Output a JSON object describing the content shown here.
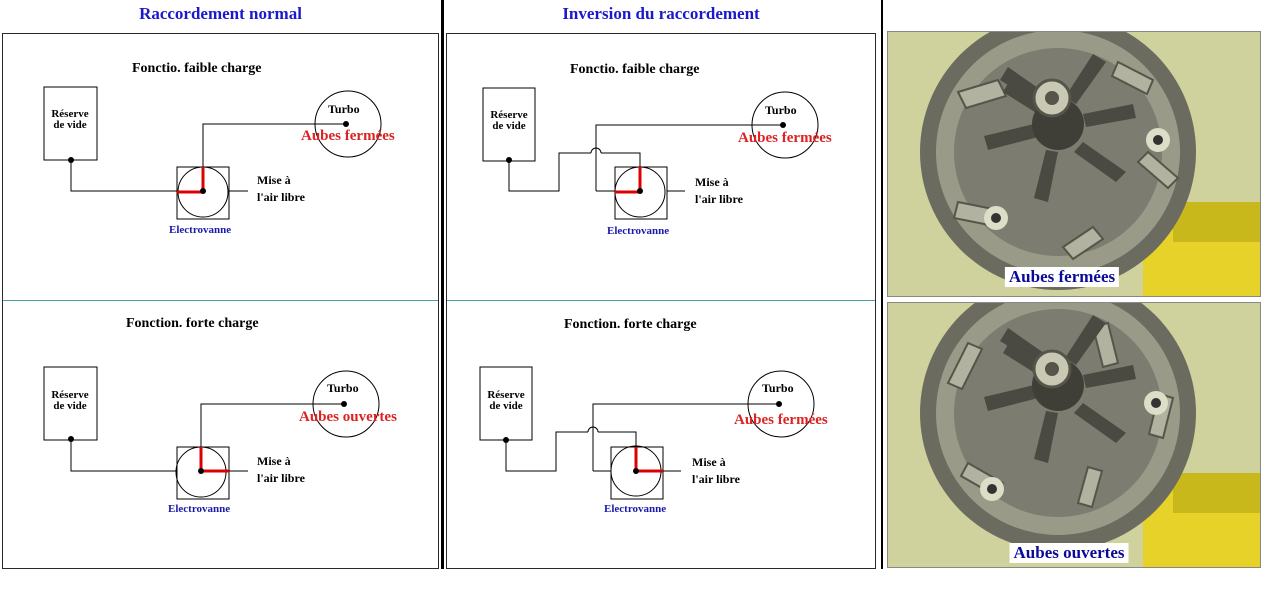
{
  "columns": {
    "normal_title": "Raccordement normal",
    "inverse_title": "Inversion du raccordement"
  },
  "labels": {
    "reserve_line1": "Réserve",
    "reserve_line2": "de vide",
    "turbo": "Turbo",
    "mise_line1": "Mise à",
    "mise_line2": "l'air libre",
    "electrovanne": "Electrovanne"
  },
  "diagrams": {
    "normal_low": {
      "title": "Fonctio. faible charge",
      "state": "Aubes fermées"
    },
    "normal_high": {
      "title": "Fonction. forte charge",
      "state": "Aubes ouvertes"
    },
    "inverse_low": {
      "title": "Fonctio. faible charge",
      "state": "Aubes fermées"
    },
    "inverse_high": {
      "title": "Fonction. forte charge",
      "state": "Aubes fermées"
    }
  },
  "photos": {
    "top_caption": "Aubes fermées",
    "bottom_caption": "Aubes ouvertes"
  },
  "colors": {
    "title_blue": "#1a1acc",
    "state_red": "#dd2222",
    "valve_red": "#dd0000",
    "electrovanne_blue": "#1a1aaa",
    "caption_blue": "#0a0a99"
  }
}
